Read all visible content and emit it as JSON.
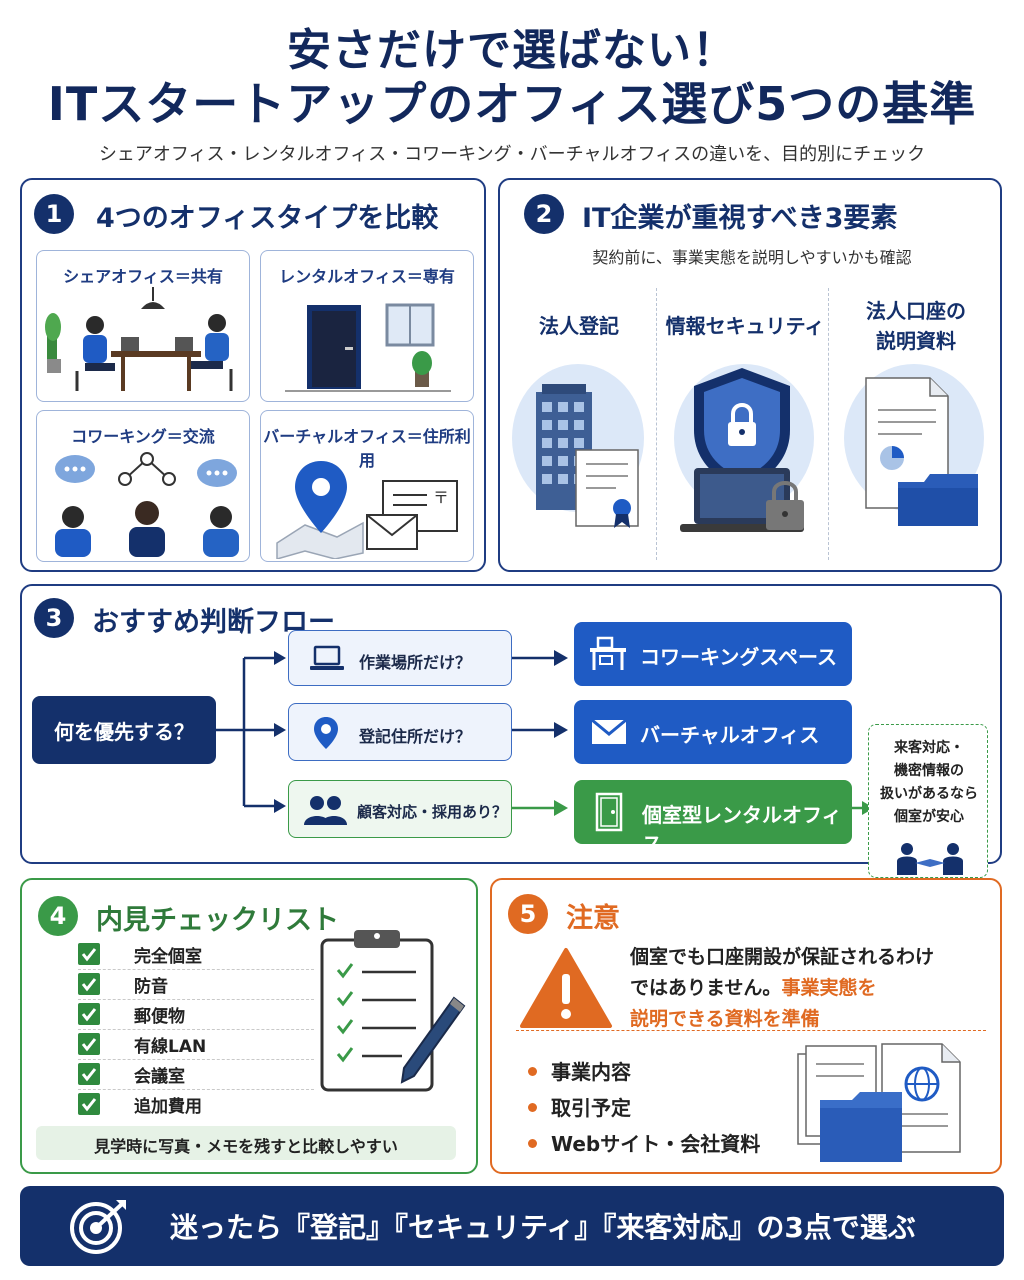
{
  "header": {
    "title_line1": "安さだけで選ばない！",
    "title_line2": "ITスタートアップのオフィス選び5つの基準",
    "subtitle": "シェアオフィス・レンタルオフィス・コワーキング・バーチャルオフィスの違いを、目的別にチェック"
  },
  "section1": {
    "number": "1",
    "title": "4つのオフィスタイプを比較",
    "cards": [
      {
        "label": "シェアオフィス＝共有"
      },
      {
        "label": "レンタルオフィス＝専有"
      },
      {
        "label": "コワーキング＝交流"
      },
      {
        "label": "バーチャルオフィス＝住所利用"
      }
    ]
  },
  "section2": {
    "number": "2",
    "title": "IT企業が重視すべき3要素",
    "subtitle": "契約前に、事業実態を説明しやすいかも確認",
    "items": [
      {
        "label": "法人登記"
      },
      {
        "label": "情報セキュリティ"
      },
      {
        "label_line1": "法人口座の",
        "label_line2": "説明資料"
      }
    ]
  },
  "section3": {
    "number": "3",
    "title": "おすすめ判断フロー",
    "start": "何を優先する？",
    "questions": [
      "作業場所だけ？",
      "登記住所だけ？",
      "顧客対応・採用あり？"
    ],
    "results": [
      "コワーキングスペース",
      "バーチャルオフィス",
      "個室型レンタルオフィス"
    ],
    "note_lines": [
      "来客対応・",
      "機密情報の",
      "扱いがあるなら",
      "個室が安心"
    ]
  },
  "section4": {
    "number": "4",
    "title": "内見チェックリスト",
    "items": [
      "完全個室",
      "防音",
      "郵便物",
      "有線LAN",
      "会議室",
      "追加費用"
    ],
    "tip": "見学時に写真・メモを残すと比較しやすい"
  },
  "section5": {
    "number": "5",
    "title": "注意",
    "warning_line1": "個室でも口座開設が保証されるわけ",
    "warning_line2": "ではありません。",
    "warning_highlight1": "事業実態を",
    "warning_highlight2": "説明できる資料を準備",
    "bullets": [
      "事業内容",
      "取引予定",
      "Webサイト・会社資料"
    ]
  },
  "footer": {
    "message": "迷ったら『登記』『セキュリティ』『来客対応』の3点で選ぶ"
  },
  "colors": {
    "navy": "#14306b",
    "blue": "#1f5bc4",
    "green": "#3a9a48",
    "orange": "#e06a22"
  }
}
